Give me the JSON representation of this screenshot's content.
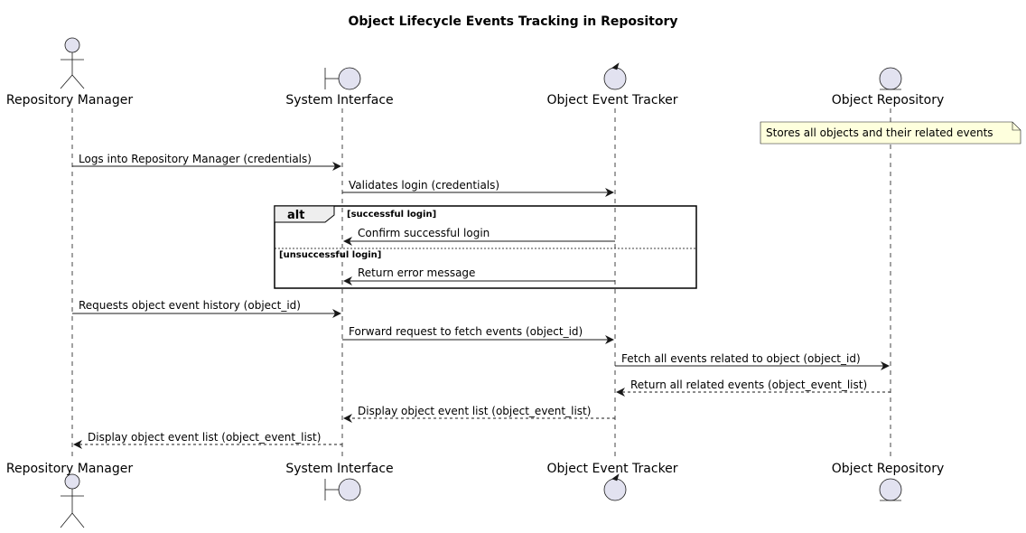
{
  "title": "Object Lifecycle Events Tracking in Repository",
  "colors": {
    "participant_fill": "#E2E2F0",
    "participant_stroke": "#181818",
    "note_fill": "#FEFFDD",
    "note_stroke": "#181818",
    "lifeline": "#181818",
    "line": "#181818",
    "divider": "#000000"
  },
  "participants": [
    {
      "name": "Repository Manager",
      "kind": "actor",
      "icon": "actor-icon"
    },
    {
      "name": "System Interface",
      "kind": "boundary",
      "icon": "boundary-icon"
    },
    {
      "name": "Object Event Tracker",
      "kind": "control",
      "icon": "control-icon"
    },
    {
      "name": "Object Repository",
      "kind": "entity",
      "icon": "entity-icon"
    }
  ],
  "note": {
    "text": "Stores all objects and their related events",
    "over": "Object Repository"
  },
  "messages": [
    {
      "from": "Repository Manager",
      "to": "System Interface",
      "label": "Logs into Repository Manager (credentials)",
      "style": "solid"
    },
    {
      "from": "System Interface",
      "to": "Object Event Tracker",
      "label": "Validates login (credentials)",
      "style": "solid"
    },
    {
      "from": "Object Event Tracker",
      "to": "System Interface",
      "label": "Confirm successful login",
      "style": "solid"
    },
    {
      "from": "Object Event Tracker",
      "to": "System Interface",
      "label": "Return error message",
      "style": "solid"
    },
    {
      "from": "Repository Manager",
      "to": "System Interface",
      "label": "Requests object event history (object_id)",
      "style": "solid"
    },
    {
      "from": "System Interface",
      "to": "Object Event Tracker",
      "label": "Forward request to fetch events (object_id)",
      "style": "solid"
    },
    {
      "from": "Object Event Tracker",
      "to": "Object Repository",
      "label": "Fetch all events related to object (object_id)",
      "style": "solid"
    },
    {
      "from": "Object Repository",
      "to": "Object Event Tracker",
      "label": "Return all related events (object_event_list)",
      "style": "dashed"
    },
    {
      "from": "Object Event Tracker",
      "to": "System Interface",
      "label": "Display object event list (object_event_list)",
      "style": "dashed"
    },
    {
      "from": "System Interface",
      "to": "Repository Manager",
      "label": "Display object event list (object_event_list)",
      "style": "dashed"
    }
  ],
  "alt": {
    "keyword": "alt",
    "guards": [
      "[successful login]",
      "[unsuccessful login]"
    ]
  }
}
